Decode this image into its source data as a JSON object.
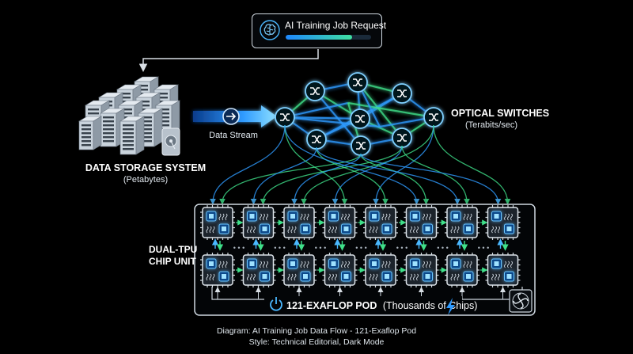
{
  "job": {
    "title": "AI Training Job Request",
    "progress": 0.78
  },
  "storage": {
    "title": "DATA STORAGE SYSTEM",
    "subtitle": "(Petabytes)"
  },
  "stream": {
    "label": "Data Stream"
  },
  "switches": {
    "title": "OPTICAL SWITCHES",
    "subtitle": "(Terabits/sec)"
  },
  "chip_unit": {
    "line1": "DUAL-TPU",
    "line2": "CHIP UNIT"
  },
  "pod": {
    "label_bold": "121-EXAFLOP POD",
    "label_rest": "(Thousands of Chips)"
  },
  "caption": {
    "line1": "Diagram: AI Training Job Data Flow - 121-Exaflop Pod",
    "line2": "Style: Technical Editorial, Dark Mode"
  },
  "colors": {
    "accent_blue": "#2f9bff",
    "accent_green": "#3fe08a",
    "glow": "#4ab8ff",
    "server": "#c9d3dc"
  },
  "icons": {
    "job": "brain-icon",
    "stream": "arrow-circle-icon",
    "switch": "shuffle-icon",
    "pod": "power-icon",
    "bolt": "lightning-icon",
    "fan": "fan-icon",
    "disk": "hard-drive-icon"
  }
}
